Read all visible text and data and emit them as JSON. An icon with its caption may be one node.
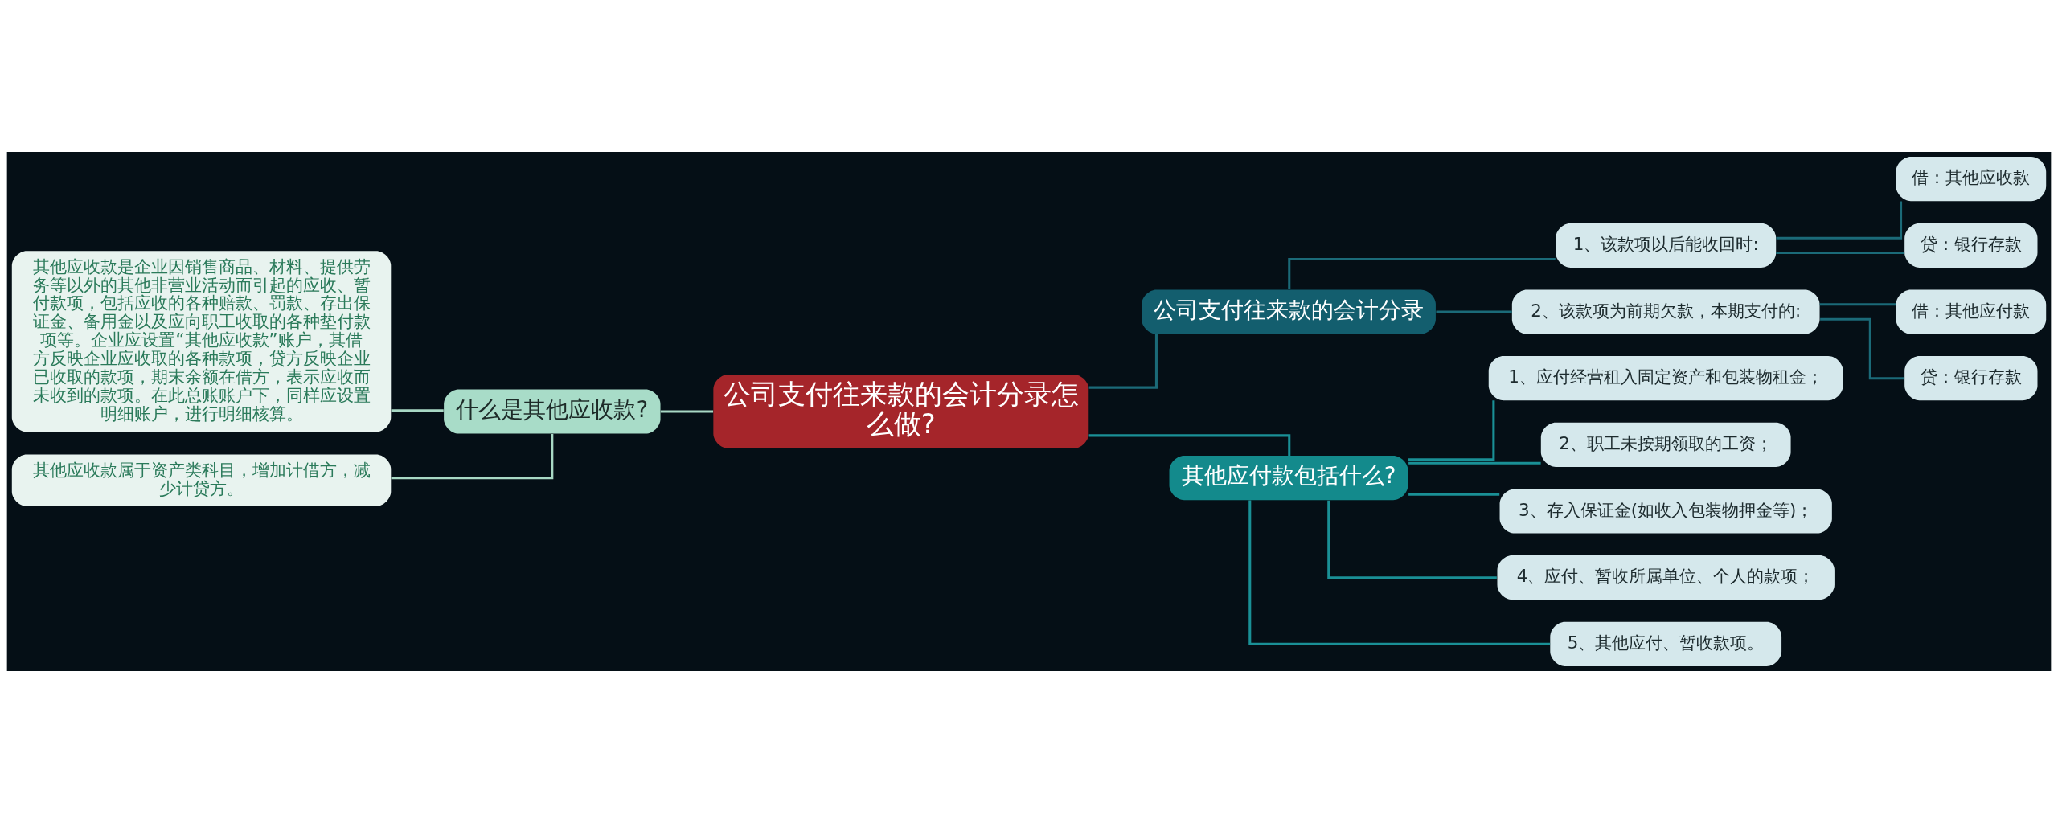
{
  "diagram": {
    "nodes": [
      {
        "text": [
          "公司支付往来款的会计分录怎么做?"
        ]
      },
      {
        "text": [
          "什么是其他应收款?"
        ]
      },
      {
        "text": [
          "其他应收款是企业因销售商品、材料、提供劳务等以外的其他非营业活动而引起的应收、暂付款项，包括应收的各种赔款、罚款、存出保证金、备用金以及应向职工收取的各种垫付款项等。企业应设置“其他应收款”账户，其借方反映企业应收取的各种款项，贷方反映企业已收取的款项，期末余额在借方，表示应收而未收到的款项。在此总账账户下，同样应设置明细账户，进行明细核算。"
        ]
      },
      {
        "text": [
          "其他应收款属于资产类科目，增加计借方，减少计贷方。"
        ]
      },
      {
        "text": [
          "公司支付往来款的会计分录"
        ]
      },
      {
        "text": [
          "1、该款项以后能收回时:"
        ]
      },
      {
        "text": [
          "借：其他应收款"
        ]
      },
      {
        "text": [
          "贷：银行存款"
        ]
      },
      {
        "text": [
          "2、该款项为前期欠款，本期支付的:"
        ]
      },
      {
        "text": [
          "借：其他应付款"
        ]
      },
      {
        "text": [
          "贷：银行存款"
        ]
      },
      {
        "text": [
          "其他应付款包括什么?"
        ]
      },
      {
        "text": [
          "1、应付经营租入固定资产和包装物租金；"
        ]
      },
      {
        "text": [
          "2、职工未按期领取的工资；"
        ]
      },
      {
        "text": [
          "3、存入保证金(如收入包装物押金等)；"
        ]
      },
      {
        "text": [
          "4、应付、暂收所属单位、个人的款项；"
        ]
      },
      {
        "text": [
          "5、其他应付、暂收款项。"
        ]
      }
    ],
    "edges": [
      {
        "from": 2,
        "to": 1,
        "arrow": "none",
        "color": "#a8d8c4"
      },
      {
        "from": 3,
        "to": 1,
        "arrow": "none",
        "color": "#a8d8c4"
      },
      {
        "from": 1,
        "to": 0,
        "arrow": "none",
        "color": "#a8d8c4"
      },
      {
        "from": 0,
        "to": 4,
        "arrow": "none"
      },
      {
        "from": 4,
        "to": 5,
        "arrow": "none"
      },
      {
        "from": 5,
        "to": 6,
        "arrow": "none"
      },
      {
        "from": 5,
        "to": 7,
        "arrow": "none"
      },
      {
        "from": 4,
        "to": 8,
        "arrow": "none"
      },
      {
        "from": 8,
        "to": 9,
        "arrow": "none"
      },
      {
        "from": 8,
        "to": 10,
        "arrow": "none"
      },
      {
        "from": 0,
        "to": 11,
        "arrow": "none",
        "color": "#1a9096"
      },
      {
        "from": 11,
        "to": 12,
        "arrow": "none",
        "color": "#1a9096"
      },
      {
        "from": 11,
        "to": 13,
        "arrow": "none",
        "color": "#1a9096"
      },
      {
        "from": 11,
        "to": 14,
        "arrow": "none",
        "color": "#1a9096"
      },
      {
        "from": 11,
        "to": 15,
        "arrow": "none",
        "color": "#1a9096"
      },
      {
        "from": 11,
        "to": 16,
        "arrow": "none",
        "color": "#1a9096"
      }
    ]
  }
}
